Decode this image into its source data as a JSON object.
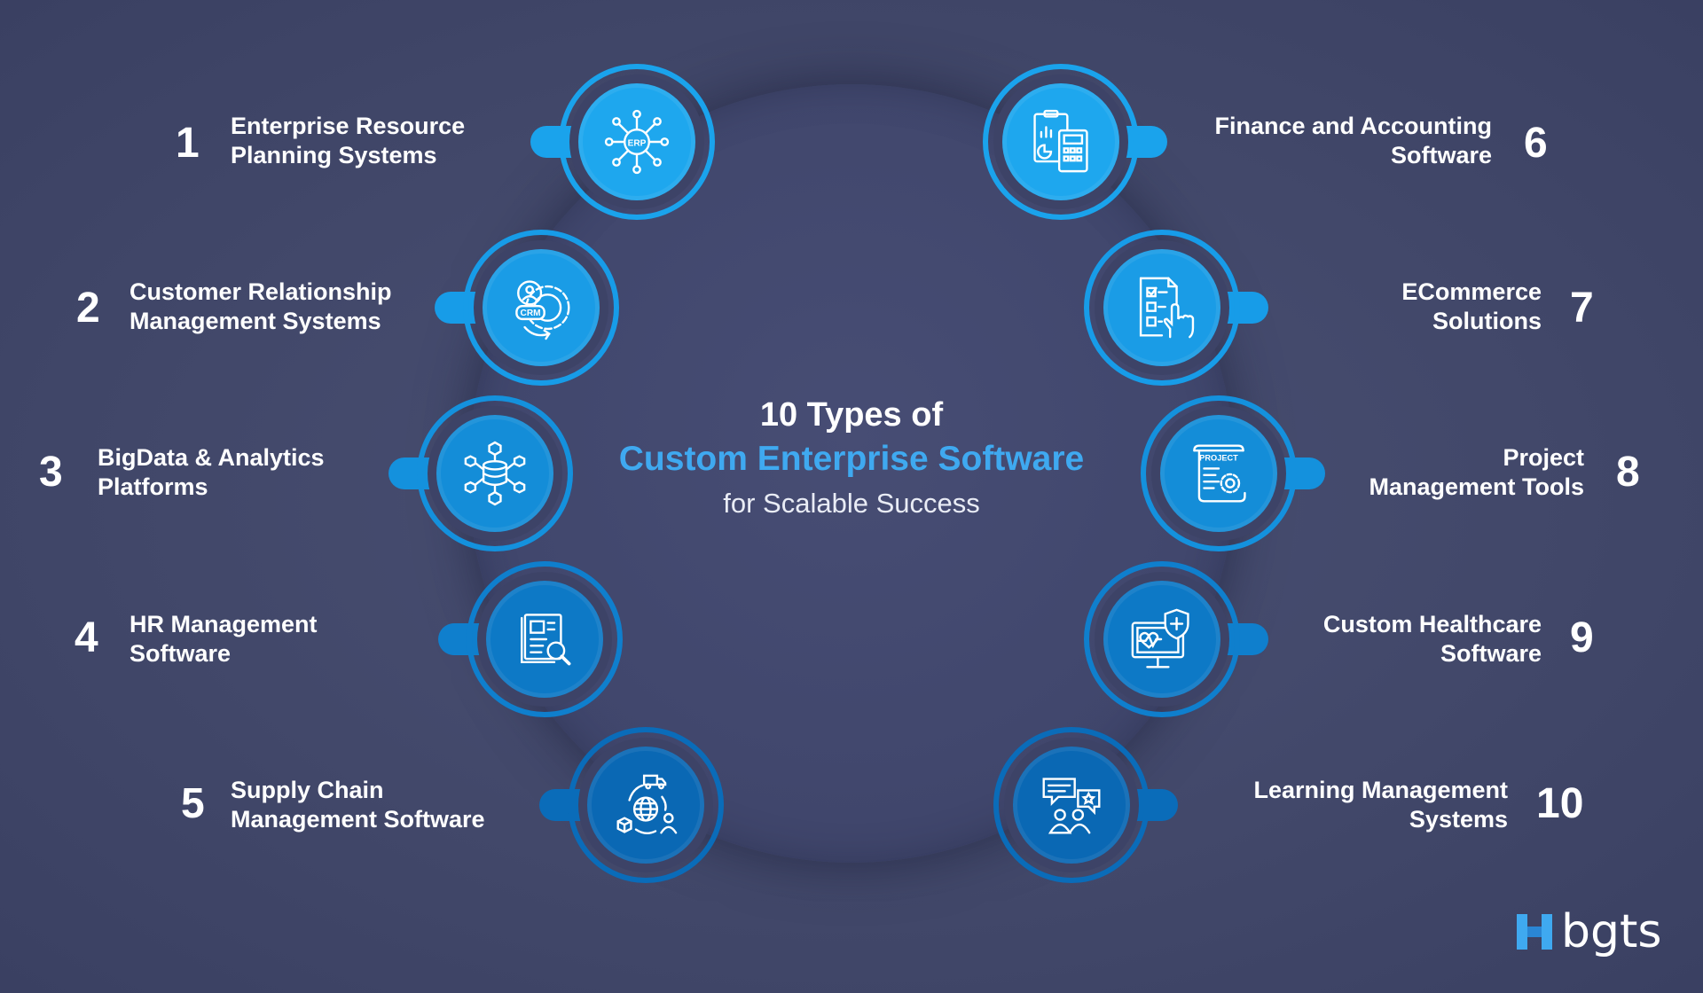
{
  "title": {
    "line1": "10 Types of",
    "line2": "Custom Enterprise Software",
    "line3": "for Scalable Success"
  },
  "items": [
    {
      "number": "1",
      "line1": "Enterprise Resource",
      "line2": "Planning Systems",
      "icon": "erp-network-icon"
    },
    {
      "number": "2",
      "line1": "Customer Relationship",
      "line2": "Management  Systems",
      "icon": "crm-gear-icon"
    },
    {
      "number": "3",
      "line1": "BigData & Analytics",
      "line2": "Platforms",
      "icon": "database-network-icon"
    },
    {
      "number": "4",
      "line1": "HR Management",
      "line2": "Software",
      "icon": "document-search-icon"
    },
    {
      "number": "5",
      "line1": "Supply Chain",
      "line2": "Management Software",
      "icon": "globe-logistics-icon"
    },
    {
      "number": "6",
      "line1": "Finance and Accounting",
      "line2": "Software",
      "icon": "calculator-report-icon"
    },
    {
      "number": "7",
      "line1": "ECommerce",
      "line2": "Solutions",
      "icon": "checklist-hand-icon"
    },
    {
      "number": "8",
      "line1": "Project",
      "line2": "Management Tools",
      "icon": "project-scroll-icon"
    },
    {
      "number": "9",
      "line1": "Custom Healthcare",
      "line2": "Software",
      "icon": "monitor-heart-shield-icon"
    },
    {
      "number": "10",
      "line1": "Learning Management",
      "line2": "Systems",
      "icon": "chat-users-icon"
    }
  ],
  "icon_text": {
    "erp": "ERP",
    "crm": "CRM",
    "project": "PROJECT"
  },
  "logo": {
    "text": "bgts"
  },
  "colors": {
    "background": "#42486a",
    "accent": "#3fa9f0",
    "ring": "#1a93e0",
    "disc_light": "#1ea7ee",
    "disc_dark": "#0a6fbd"
  }
}
